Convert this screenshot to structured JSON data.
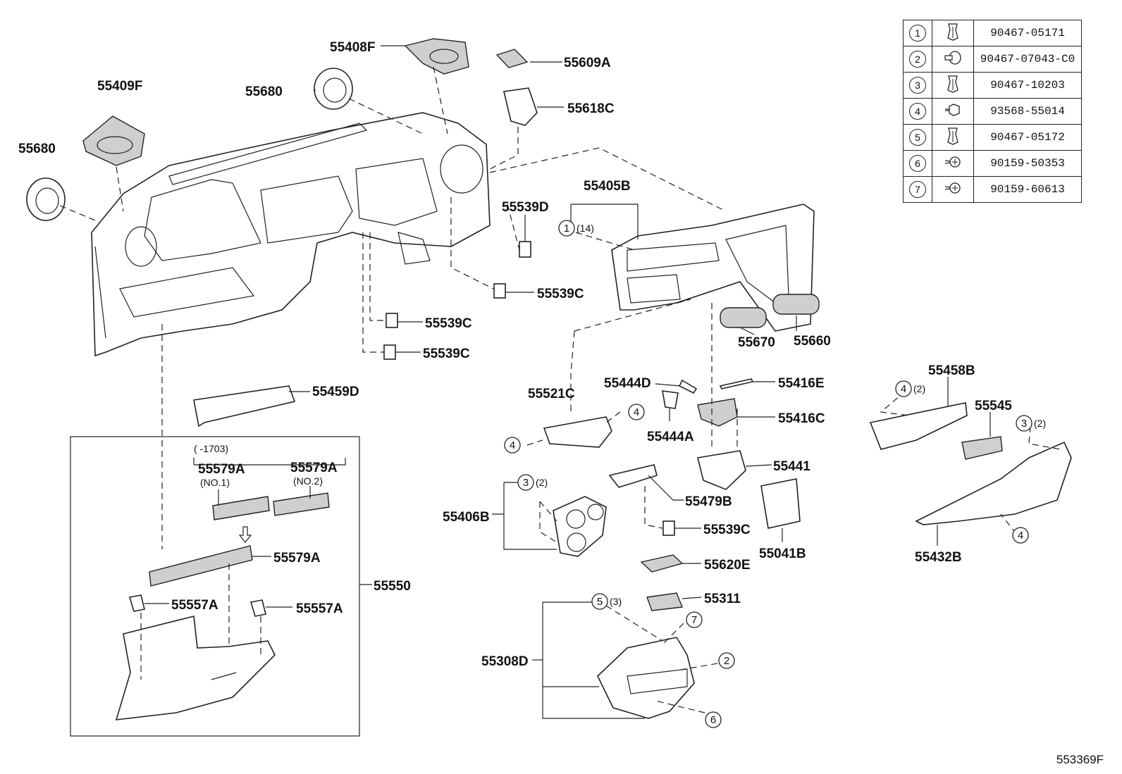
{
  "legend": [
    {
      "num": "1",
      "icon": "clip-icon",
      "part": "90467-05171"
    },
    {
      "num": "2",
      "icon": "screw-grommet-icon",
      "part": "90467-07043-C0"
    },
    {
      "num": "3",
      "icon": "clip-icon",
      "part": "90467-10203"
    },
    {
      "num": "4",
      "icon": "bolt-icon",
      "part": "93568-55014"
    },
    {
      "num": "5",
      "icon": "clip-icon",
      "part": "90467-05172"
    },
    {
      "num": "6",
      "icon": "screw-icon",
      "part": "90159-50353"
    },
    {
      "num": "7",
      "icon": "screw-icon",
      "part": "90159-60613"
    }
  ],
  "labels": {
    "p55408F": "55408F",
    "p55609A": "55609A",
    "p55409F": "55409F",
    "p55680a": "55680",
    "p55680b": "55680",
    "p55618C": "55618C",
    "p55405B": "55405B",
    "p55539D": "55539D",
    "p55539C1": "55539C",
    "p55539C2": "55539C",
    "p55539C3": "55539C",
    "p55539C4": "55539C",
    "p55660": "55660",
    "p55670": "55670",
    "p55459D": "55459D",
    "p55521C": "55521C",
    "p55444D": "55444D",
    "p55416E": "55416E",
    "p55416C": "55416C",
    "p55444A": "55444A",
    "p55441": "55441",
    "p55406B": "55406B",
    "p55479B": "55479B",
    "p55041B": "55041B",
    "p55620E": "55620E",
    "p55311": "55311",
    "p55308D": "55308D",
    "p55458B": "55458B",
    "p55545": "55545",
    "p55432B": "55432B",
    "p55579A_head": "(      -1703)",
    "p55579A1": "55579A",
    "p55579A1_sub": "(NO.1)",
    "p55579A2": "55579A",
    "p55579A2_sub": "(NO.2)",
    "p55579A3": "55579A",
    "p55557A1": "55557A",
    "p55557A2": "55557A",
    "p55550": "55550"
  },
  "callouts": {
    "c1_14": {
      "num": "1",
      "qty": "(14)"
    },
    "c4_a": {
      "num": "4",
      "qty": ""
    },
    "c4_b": {
      "num": "4",
      "qty": ""
    },
    "c3_2a": {
      "num": "3",
      "qty": "(2)"
    },
    "c5_3": {
      "num": "5",
      "qty": "(3)"
    },
    "c7": {
      "num": "7",
      "qty": ""
    },
    "c2": {
      "num": "2",
      "qty": ""
    },
    "c6": {
      "num": "6",
      "qty": ""
    },
    "c4_2": {
      "num": "4",
      "qty": "(2)"
    },
    "c3_2b": {
      "num": "3",
      "qty": "(2)"
    },
    "c4_c": {
      "num": "4",
      "qty": ""
    }
  },
  "figure_code": "553369F"
}
